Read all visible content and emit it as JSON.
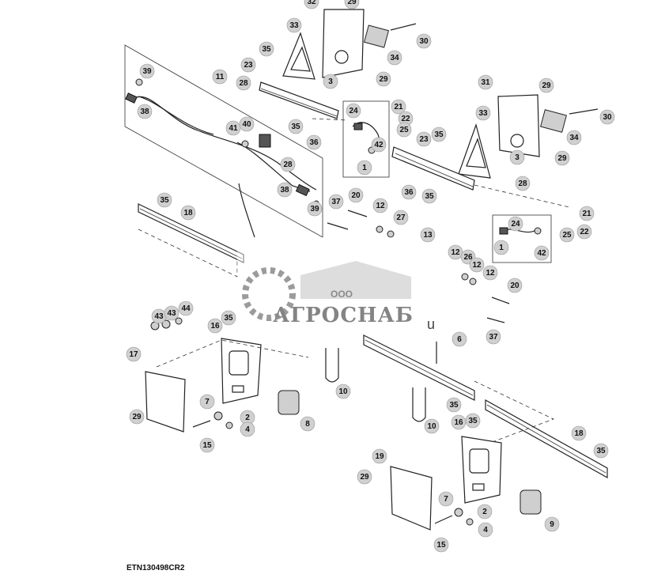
{
  "figure": {
    "code": "ETN130498CR2",
    "watermark": {
      "company": "ООО",
      "brand": "АГРОСНАБ",
      "suffix": "u"
    },
    "callouts": [
      {
        "id": "c32a",
        "label": "32"
      },
      {
        "id": "c29a",
        "label": "29"
      },
      {
        "id": "c33a",
        "label": "33"
      },
      {
        "id": "c30a",
        "label": "30"
      },
      {
        "id": "c35a",
        "label": "35"
      },
      {
        "id": "c34a",
        "label": "34"
      },
      {
        "id": "c3a",
        "label": "3"
      },
      {
        "id": "c29b",
        "label": "29"
      },
      {
        "id": "c39a",
        "label": "39"
      },
      {
        "id": "c11",
        "label": "11"
      },
      {
        "id": "c23a",
        "label": "23"
      },
      {
        "id": "c28a",
        "label": "28"
      },
      {
        "id": "c38a",
        "label": "38"
      },
      {
        "id": "c35b",
        "label": "35"
      },
      {
        "id": "c40",
        "label": "40"
      },
      {
        "id": "c41",
        "label": "41"
      },
      {
        "id": "c36a",
        "label": "36"
      },
      {
        "id": "c28b",
        "label": "28"
      },
      {
        "id": "c38b",
        "label": "38"
      },
      {
        "id": "c39b",
        "label": "39"
      },
      {
        "id": "c24a",
        "label": "24"
      },
      {
        "id": "c21a",
        "label": "21"
      },
      {
        "id": "c22a",
        "label": "22"
      },
      {
        "id": "c25a",
        "label": "25"
      },
      {
        "id": "c42a",
        "label": "42"
      },
      {
        "id": "c1a",
        "label": "1"
      },
      {
        "id": "c31",
        "label": "31"
      },
      {
        "id": "c29c",
        "label": "29"
      },
      {
        "id": "c33b",
        "label": "33"
      },
      {
        "id": "c30b",
        "label": "30"
      },
      {
        "id": "c35c",
        "label": "35"
      },
      {
        "id": "c23b",
        "label": "23"
      },
      {
        "id": "c34b",
        "label": "34"
      },
      {
        "id": "c3b",
        "label": "3"
      },
      {
        "id": "c29d",
        "label": "29"
      },
      {
        "id": "c28c",
        "label": "28"
      },
      {
        "id": "c36b",
        "label": "36"
      },
      {
        "id": "c35d",
        "label": "35"
      },
      {
        "id": "c35e",
        "label": "35"
      },
      {
        "id": "c18a",
        "label": "18"
      },
      {
        "id": "c37a",
        "label": "37"
      },
      {
        "id": "c20a",
        "label": "20"
      },
      {
        "id": "c12a",
        "label": "12"
      },
      {
        "id": "c27",
        "label": "27"
      },
      {
        "id": "c21b",
        "label": "21"
      },
      {
        "id": "c24b",
        "label": "24"
      },
      {
        "id": "c22b",
        "label": "22"
      },
      {
        "id": "c25b",
        "label": "25"
      },
      {
        "id": "c13",
        "label": "13"
      },
      {
        "id": "c1b",
        "label": "1"
      },
      {
        "id": "c42b",
        "label": "42"
      },
      {
        "id": "c12b",
        "label": "12"
      },
      {
        "id": "c26",
        "label": "26"
      },
      {
        "id": "c12c",
        "label": "12"
      },
      {
        "id": "c12d",
        "label": "12"
      },
      {
        "id": "c20b",
        "label": "20"
      },
      {
        "id": "c43a",
        "label": "43"
      },
      {
        "id": "c43b",
        "label": "43"
      },
      {
        "id": "c44",
        "label": "44"
      },
      {
        "id": "c16a",
        "label": "16"
      },
      {
        "id": "c35f",
        "label": "35"
      },
      {
        "id": "c37b",
        "label": "37"
      },
      {
        "id": "c6",
        "label": "6"
      },
      {
        "id": "c17",
        "label": "17"
      },
      {
        "id": "c10a",
        "label": "10"
      },
      {
        "id": "c7a",
        "label": "7"
      },
      {
        "id": "c29e",
        "label": "29"
      },
      {
        "id": "c2a",
        "label": "2"
      },
      {
        "id": "c4a",
        "label": "4"
      },
      {
        "id": "c8",
        "label": "8"
      },
      {
        "id": "c15a",
        "label": "15"
      },
      {
        "id": "c35g",
        "label": "35"
      },
      {
        "id": "c10b",
        "label": "10"
      },
      {
        "id": "c16b",
        "label": "16"
      },
      {
        "id": "c35h",
        "label": "35"
      },
      {
        "id": "c18b",
        "label": "18"
      },
      {
        "id": "c35i",
        "label": "35"
      },
      {
        "id": "c19",
        "label": "19"
      },
      {
        "id": "c29f",
        "label": "29"
      },
      {
        "id": "c7b",
        "label": "7"
      },
      {
        "id": "c2b",
        "label": "2"
      },
      {
        "id": "c9",
        "label": "9"
      },
      {
        "id": "c4b",
        "label": "4"
      },
      {
        "id": "c15b",
        "label": "15"
      }
    ]
  }
}
